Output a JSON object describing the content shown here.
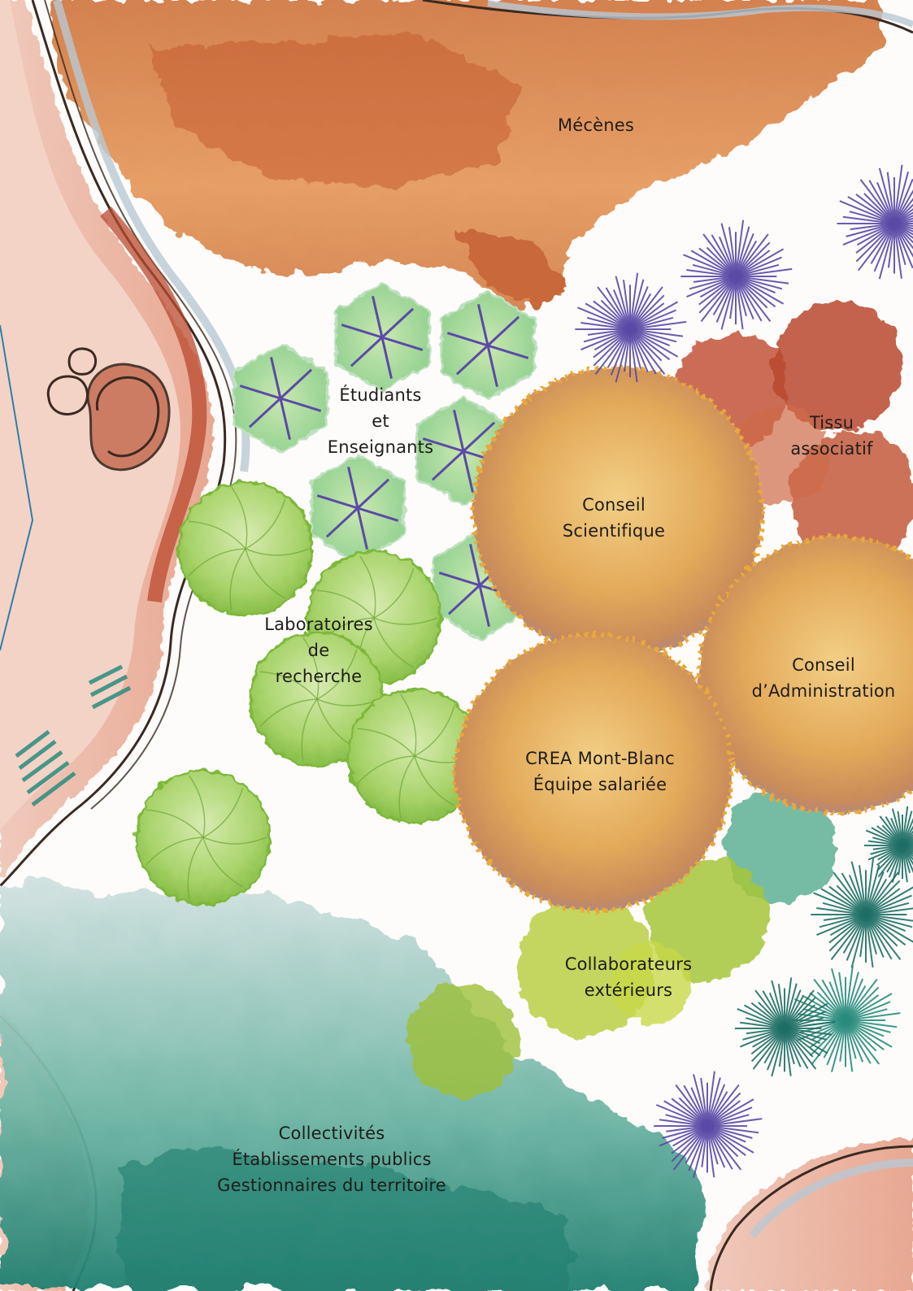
{
  "palette": {
    "terracotta": "#c8683a",
    "rust": "#b9492e",
    "ochre": "#e0a94f",
    "gold": "#e8a93a",
    "leaf_green": "#8cc63f",
    "lime": "#b5cc3a",
    "teal": "#2a8c7e",
    "violet": "#5b4aa6",
    "mist_blue": "#b9c8d3",
    "skin": "#ebb8a6",
    "ink": "#3a2a22"
  },
  "groups": {
    "mecenes": {
      "label": [
        "Mécènes"
      ],
      "color": "#c8683a"
    },
    "etudiants": {
      "label": [
        "Étudiants",
        "et",
        "Enseignants"
      ],
      "color": "#8ec9a0"
    },
    "tissu": {
      "label": [
        "Tissu",
        "associatif"
      ],
      "color": "#b9492e"
    },
    "conseil_sci": {
      "label": [
        "Conseil",
        "Scientifique"
      ],
      "color": "#e0a94f"
    },
    "laboratoires": {
      "label": [
        "Laboratoires",
        "de",
        "recherche"
      ],
      "color": "#8cc63f"
    },
    "conseil_admin": {
      "label": [
        "Conseil",
        "d’Administration"
      ],
      "color": "#e0a94f"
    },
    "crea": {
      "label": [
        "CREA Mont-Blanc",
        "Équipe salariée"
      ],
      "color": "#e0a94f"
    },
    "collaborateurs": {
      "label": [
        "Collaborateurs",
        "extérieurs"
      ],
      "color": "#b5cc3a"
    },
    "collectivites": {
      "label": [
        "Collectivités",
        "Établissements publics",
        "Gestionnaires du territoire"
      ],
      "color": "#2a8c7e"
    }
  }
}
